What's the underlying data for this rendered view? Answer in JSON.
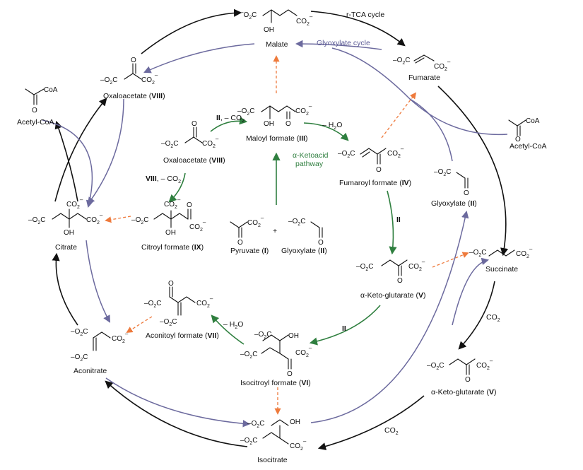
{
  "labels": {
    "malate_top": "Malate",
    "fumarate": "Fumarate",
    "oxaloacetate_outer": "Oxaloacetate (",
    "roman_viii": "VIII",
    "acetylcoa_left": "Acetyl-CoA",
    "acetylcoa_right": "Acetyl-CoA",
    "maloyl_formate": "Maloyl formate (",
    "roman_iii": "III",
    "oxaloacetate_inner": "Oxaloacetate (",
    "roman_viii_b": "VIII",
    "fumaroyl_formate": "Fumaroyl formate (",
    "roman_iv": "IV",
    "glyoxylate_right": "Glyoxylate (",
    "roman_ii": "II",
    "citrate": "Citrate",
    "citroyl_formate": "Citroyl formate (",
    "roman_ix": "IX",
    "pyruvate": "Pyruvate (",
    "roman_i": "I",
    "glyoxylate_center": "Glyoxylate (",
    "roman_ii_b": "II",
    "akg_inner": "α-Keto-glutarate (",
    "roman_v": "V",
    "succinate": "Succinate",
    "aconitoyl_formate": "Aconitoyl formate (",
    "roman_vii": "VII",
    "aconitrate": "Aconitrate",
    "isocitroyl_formate": "Isocitroyl formate (",
    "roman_vi": "VI",
    "akg_outer": "α-Keto-glutarate (",
    "roman_v_b": "V",
    "isocitrate": "Isocitrate",
    "close_paren": ")"
  },
  "annotations": {
    "rtca": "r-TCA cycle",
    "glyoxylate_cycle": "Glyoxylate cycle",
    "ketoacid_pathway_line1": "α-Ketoacid",
    "ketoacid_pathway_line2": "pathway",
    "step_ii_co2": "II",
    "step_ii_co2_rest": ", – CO",
    "step_h2o_top": "– H",
    "step_h2o_top_o": "O",
    "step_viii_co2": "VIII",
    "step_viii_co2_rest": ", – CO",
    "step_ii_right": "II",
    "step_ii_lower": "II",
    "step_h2o_lower": "– H",
    "step_h2o_lower_o": "O",
    "co2_right": "CO",
    "co2_bottom": "CO",
    "plus": "+",
    "sub2": "2"
  },
  "chem": {
    "o2c": "O",
    "o2c_2": "C",
    "co2": "CO",
    "oh": "OH",
    "o": "O",
    "coa": "CoA",
    "minus": "–",
    "two": "2"
  },
  "colors": {
    "rtca": "#111111",
    "glyoxylate_cycle": "#6c6a9e",
    "ketoacid_pathway": "#2f7f3f",
    "nonenzymatic": "#ee7a3c"
  }
}
